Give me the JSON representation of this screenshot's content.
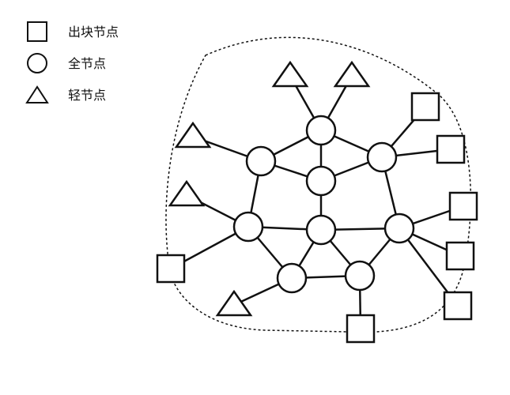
{
  "legend": {
    "items": [
      {
        "shape": "square",
        "label": "出块节点"
      },
      {
        "shape": "circle",
        "label": "全节点"
      },
      {
        "shape": "triangle",
        "label": "轻节点"
      }
    ]
  },
  "colors": {
    "stroke": "#111111",
    "fill": "#ffffff",
    "boundary": "#111111"
  },
  "network": {
    "nodes": [
      {
        "id": "f1",
        "type": "full"
      },
      {
        "id": "f2",
        "type": "full"
      },
      {
        "id": "f3",
        "type": "full"
      },
      {
        "id": "f4",
        "type": "full"
      },
      {
        "id": "f5",
        "type": "full"
      },
      {
        "id": "f6",
        "type": "full"
      },
      {
        "id": "f7",
        "type": "full"
      },
      {
        "id": "f8",
        "type": "full"
      },
      {
        "id": "f9",
        "type": "full"
      },
      {
        "id": "b1",
        "type": "block-producer"
      },
      {
        "id": "b2",
        "type": "block-producer"
      },
      {
        "id": "b3",
        "type": "block-producer"
      },
      {
        "id": "b4",
        "type": "block-producer"
      },
      {
        "id": "b5",
        "type": "block-producer"
      },
      {
        "id": "b6",
        "type": "block-producer"
      },
      {
        "id": "b7",
        "type": "block-producer"
      },
      {
        "id": "l1",
        "type": "light"
      },
      {
        "id": "l2",
        "type": "light"
      },
      {
        "id": "l3",
        "type": "light"
      },
      {
        "id": "l4",
        "type": "light"
      },
      {
        "id": "l5",
        "type": "light"
      }
    ],
    "edges": [
      [
        "f1",
        "f2"
      ],
      [
        "f1",
        "f3"
      ],
      [
        "f1",
        "f4"
      ],
      [
        "f2",
        "f4"
      ],
      [
        "f2",
        "f5"
      ],
      [
        "f3",
        "f4"
      ],
      [
        "f3",
        "f7"
      ],
      [
        "f4",
        "f6"
      ],
      [
        "f5",
        "f6"
      ],
      [
        "f5",
        "f8"
      ],
      [
        "f6",
        "f7"
      ],
      [
        "f6",
        "f8"
      ],
      [
        "f6",
        "f9"
      ],
      [
        "f7",
        "f9"
      ],
      [
        "f8",
        "f9"
      ],
      [
        "f1",
        "l1"
      ],
      [
        "f1",
        "l2"
      ],
      [
        "f2",
        "l3"
      ],
      [
        "f5",
        "l4"
      ],
      [
        "f8",
        "l5"
      ],
      [
        "f3",
        "b1"
      ],
      [
        "f3",
        "b2"
      ],
      [
        "f7",
        "b3"
      ],
      [
        "f7",
        "b4"
      ],
      [
        "f7",
        "b5"
      ],
      [
        "f5",
        "b6"
      ],
      [
        "f9",
        "b7"
      ]
    ]
  }
}
